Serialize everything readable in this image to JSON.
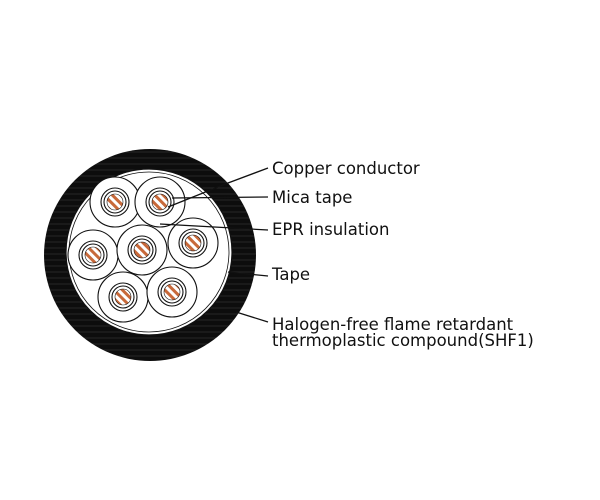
{
  "diagram": {
    "title_hidden": null,
    "labels": [
      {
        "id": "copper",
        "text": "Copper conductor"
      },
      {
        "id": "mica",
        "text": "Mica tape"
      },
      {
        "id": "epr",
        "text": "EPR insulation"
      },
      {
        "id": "tape",
        "text": "Tape"
      },
      {
        "id": "sheath",
        "lines": [
          "Halogen-free flame retardant",
          "thermoplastic compound(SHF1)"
        ]
      }
    ],
    "core_count": 7,
    "colors": {
      "sheath": "#0d0d0d",
      "conductor": "#c8693a",
      "line": "#111111",
      "fill": "#ffffff"
    }
  }
}
